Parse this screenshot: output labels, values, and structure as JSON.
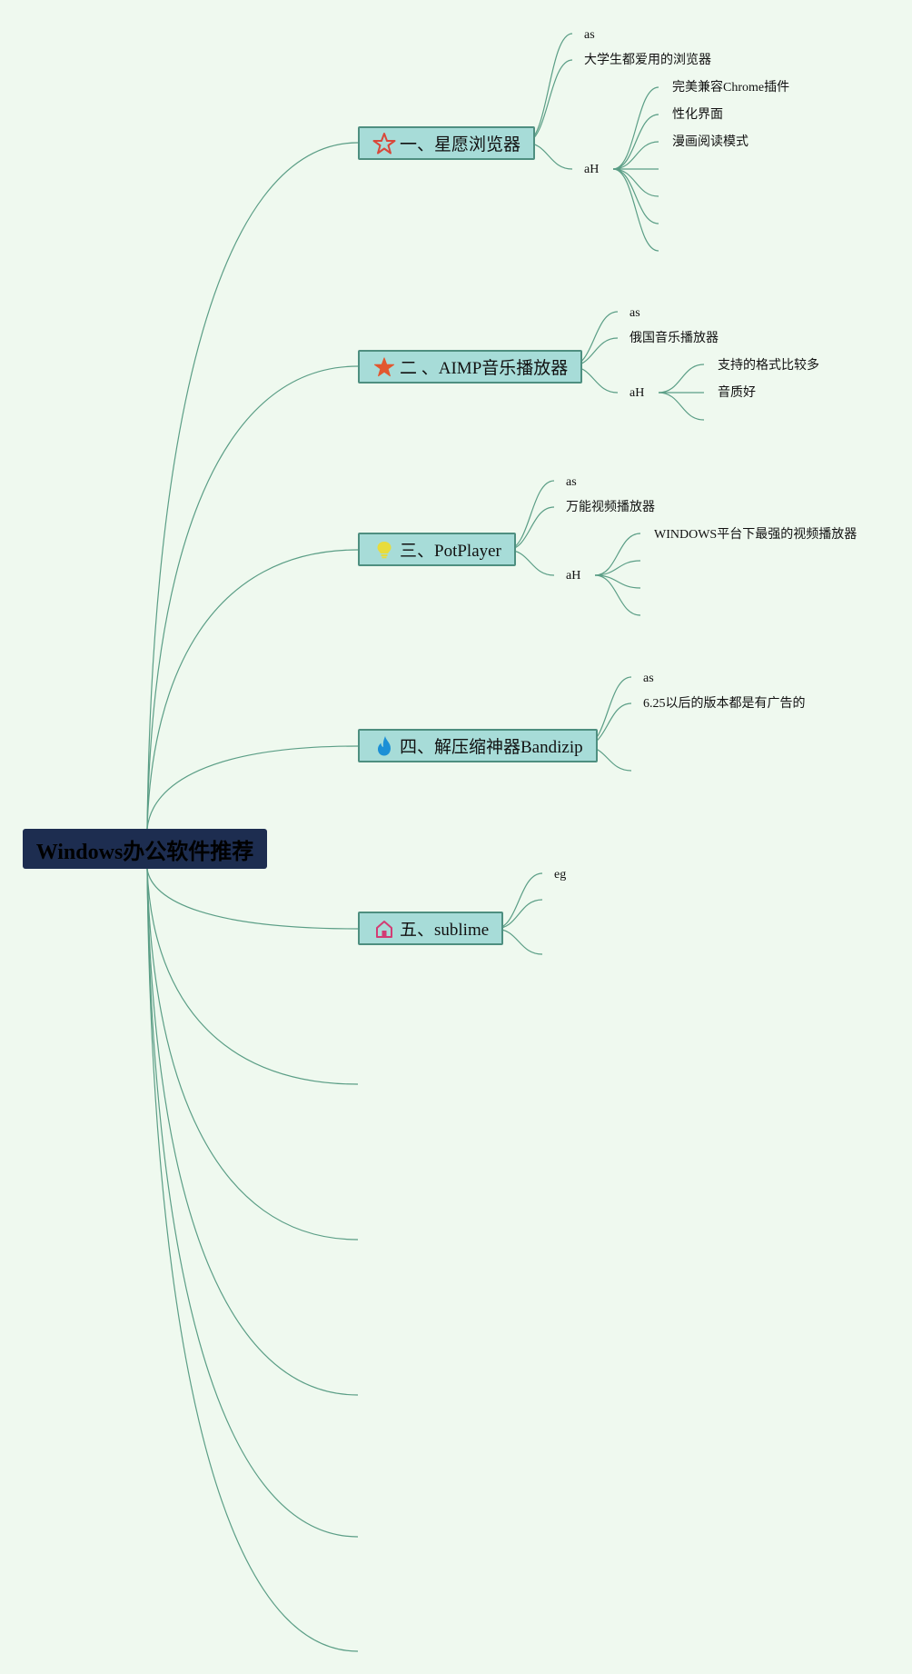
{
  "root": {
    "label": "Windows办公软件推荐"
  },
  "branches": [
    {
      "label": "一、星愿浏览器",
      "icon": "star-outline-icon",
      "icon_color": "#d9473a",
      "children": [
        {
          "label": "as"
        },
        {
          "label": "大学生都爱用的浏览器"
        },
        {
          "label": "aH",
          "children": [
            {
              "label": "完美兼容Chrome插件"
            },
            {
              "label": "性化界面"
            },
            {
              "label": "漫画阅读模式"
            }
          ]
        }
      ]
    },
    {
      "label": "二 、AIMP音乐播放器",
      "icon": "star-filled-icon",
      "icon_color": "#e2572f",
      "children": [
        {
          "label": "as"
        },
        {
          "label": "俄国音乐播放器"
        },
        {
          "label": "aH",
          "children": [
            {
              "label": "支持的格式比较多"
            },
            {
              "label": "音质好"
            }
          ]
        }
      ]
    },
    {
      "label": "三、PotPlayer",
      "icon": "lightbulb-icon",
      "icon_color": "#e8dc3c",
      "children": [
        {
          "label": "as"
        },
        {
          "label": "万能视频播放器"
        },
        {
          "label": "aH",
          "children": [
            {
              "label": "WINDOWS平台下最强的视频播放器"
            }
          ]
        }
      ]
    },
    {
      "label": "四、解压缩神器Bandizip",
      "icon": "flame-icon",
      "icon_color": "#1b8fd6",
      "children": [
        {
          "label": "as"
        },
        {
          "label": "6.25以后的版本都是有广告的"
        }
      ]
    },
    {
      "label": "五、sublime",
      "icon": "home-icon",
      "icon_color": "#d23c74",
      "children": [
        {
          "label": "eg"
        }
      ]
    }
  ]
}
